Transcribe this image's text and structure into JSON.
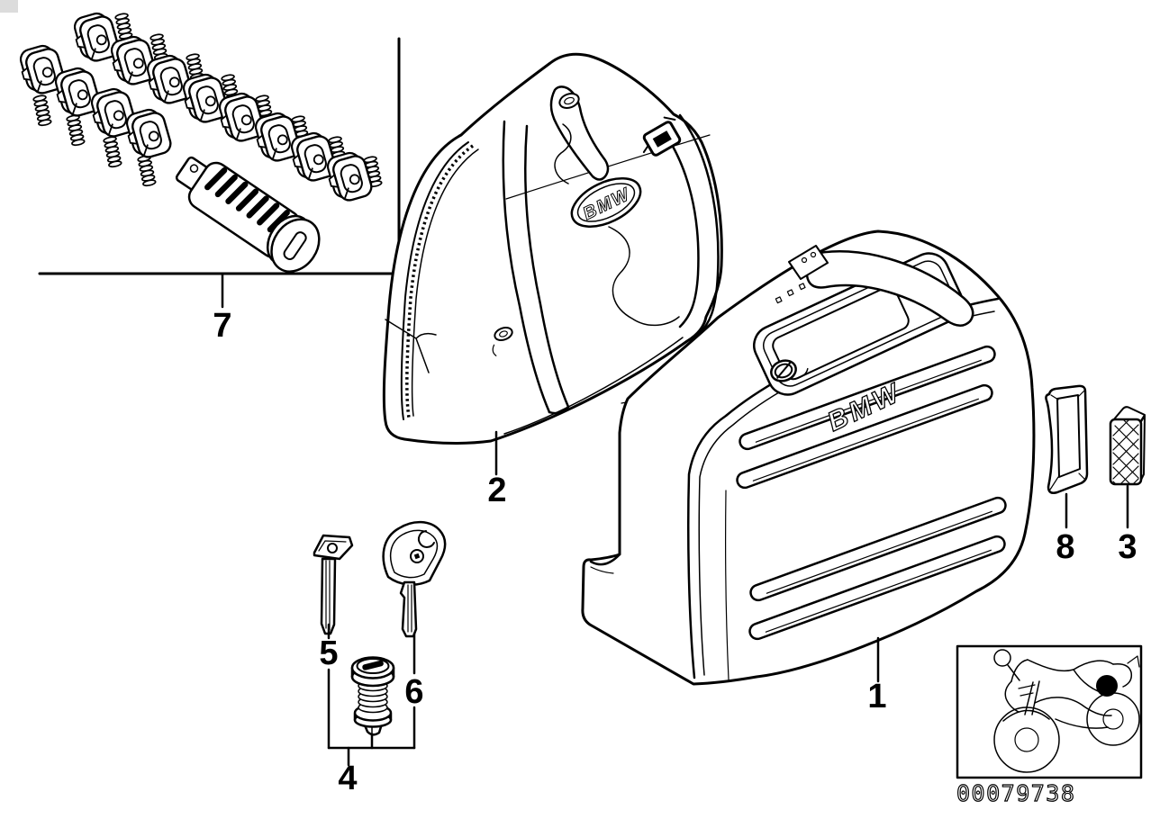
{
  "diagram": {
    "background_color": "#ffffff",
    "line_color": "#000000"
  },
  "callouts": [
    {
      "label": "1"
    },
    {
      "label": "2"
    },
    {
      "label": "3"
    },
    {
      "label": "4"
    },
    {
      "label": "5"
    },
    {
      "label": "6"
    },
    {
      "label": "7"
    },
    {
      "label": "8"
    }
  ],
  "logos": {
    "case": "BMW",
    "bag": "BMW"
  },
  "footer": {
    "image_number": "00079738"
  }
}
